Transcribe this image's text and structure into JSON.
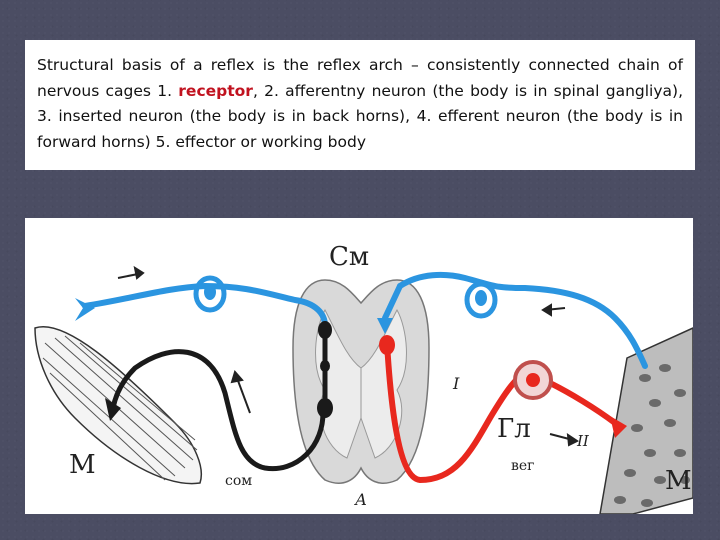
{
  "text": {
    "part1": "Structural basis of a reflex is the reflex arch – consistently connected chain of nervous cages 1. ",
    "highlight": "receptor",
    "part2": ", 2. afferentny neuron (the body is in spinal gangliya), 3. inserted neuron (the body is in back horns), 4. efferent neuron (the body is in forward horns) 5. effector or working body",
    "highlight_color": "#c1121f"
  },
  "figure": {
    "labels": {
      "sm": "См",
      "m_left": "М",
      "som": "сом",
      "a": "А",
      "i": "I",
      "gl": "Гл",
      "ii": "II",
      "veg": "вег",
      "m_right": "М"
    },
    "colors": {
      "afferent": "#2b95e0",
      "somatic_efferent": "#1a1a1a",
      "vegetative_efferent": "#e8281e",
      "spinal_cord": "#d9d9d9"
    }
  }
}
